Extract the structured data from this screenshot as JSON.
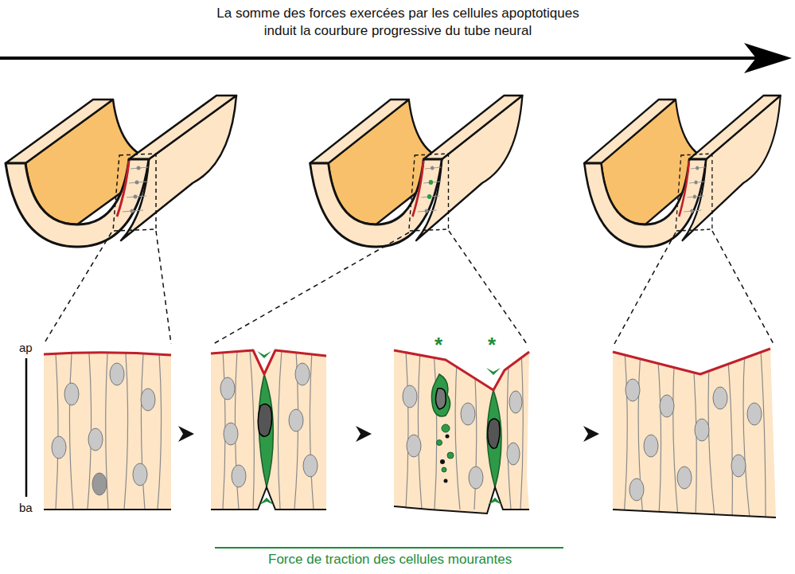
{
  "diagram": {
    "title": "La somme des forces exercées par les cellules apoptotiques induit la courbure progressive du tube neural",
    "labels": [
      "ap",
      "ba",
      "*",
      "*",
      "Force de traction des cellules mourantes"
    ]
  }
}
